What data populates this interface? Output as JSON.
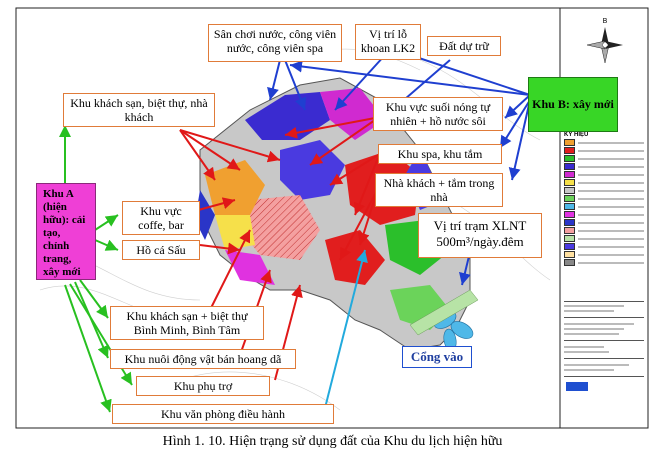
{
  "labels": {
    "san_choi": "Sân chơi nước, công viên nước, công viên spa",
    "vi_tri_lo": "Vị trí lỗ khoan LK2",
    "dat_du_tru": "Đất dự trữ",
    "khach_san": "Khu khách sạn, biệt thự, nhà khách",
    "suoi_nong": "Khu vực suối nóng tự nhiên + hồ nước sôi",
    "khu_b": "Khu B: xây mới",
    "spa": "Khu spa, khu tắm",
    "nha_khach_tam": "Nhà khách + tắm trong nhà",
    "khu_a": "Khu A (hiện hữu): cải tạo, chỉnh trang, xây mới",
    "coffe": "Khu vực coffe, bar",
    "ho_ca": "Hồ cá Sấu",
    "xlnt_line1": "Vị trí trạm XLNT",
    "xlnt_line2": "500m³/ngày.đêm",
    "binh_minh": "Khu khách sạn + biệt thự Bình Minh, Bình Tâm",
    "dong_vat": "Khu nuôi động vật bán hoang dã",
    "phu_tro": "Khu phụ trợ",
    "van_phong": "Khu văn phòng điều hành",
    "cong_vao": "Cổng vào"
  },
  "north_arrow": "B",
  "legend_title": "KÝ HIỆU",
  "caption": "Hình 1. 10. Hiện trạng sử dụng đất của Khu du lịch hiện hữu",
  "colors": {
    "arrow_blue": "#1f3fd0",
    "arrow_red": "#e01818",
    "arrow_green": "#28c020",
    "arrow_cyan": "#22aadd",
    "zone_a": "#ef3fd6",
    "zone_b": "#38d626"
  }
}
